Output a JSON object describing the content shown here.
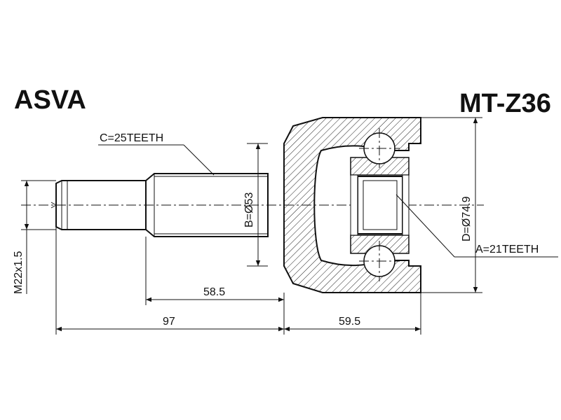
{
  "brand": "ASVA",
  "part_number": "MT-Z36",
  "labels": {
    "spline_shaft": "C=25TEETH",
    "spline_inner": "A=21TEETH",
    "diameter_b": "B=Ø53",
    "diameter_d": "D=Ø74.9",
    "thread": "M22x1.5",
    "len_shaft": "58.5",
    "len_total_left": "97",
    "len_housing": "59.5"
  }
}
